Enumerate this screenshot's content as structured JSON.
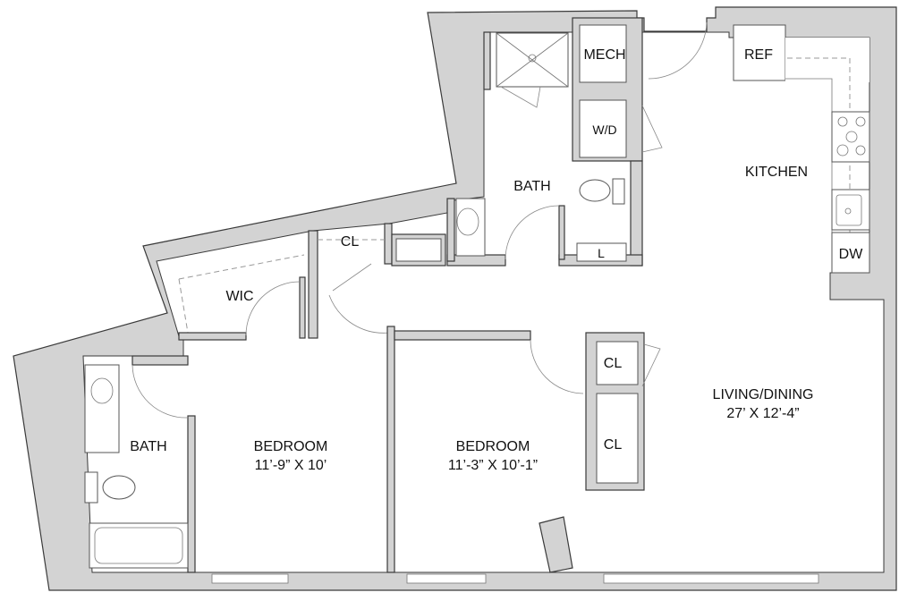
{
  "rooms": {
    "kitchen": "KITCHEN",
    "living": "LIVING/DINING",
    "living_dim": "27’ X 12’-4”",
    "bedroom1": "BEDROOM",
    "bedroom1_dim": "11’-9” X 10’",
    "bedroom2": "BEDROOM",
    "bedroom2_dim": "11’-3” X 10’-1”",
    "bath_upper": "BATH",
    "bath_lower": "BATH",
    "wic": "WIC",
    "cl_upper": "CL",
    "cl_mid": "CL",
    "cl_lower": "CL"
  },
  "fixtures": {
    "mech": "MECH",
    "wd": "W/D",
    "ref": "REF",
    "dw": "DW",
    "linen": "L"
  },
  "colors": {
    "wall": "#d3d3d3",
    "line": "#3a3a3a"
  }
}
